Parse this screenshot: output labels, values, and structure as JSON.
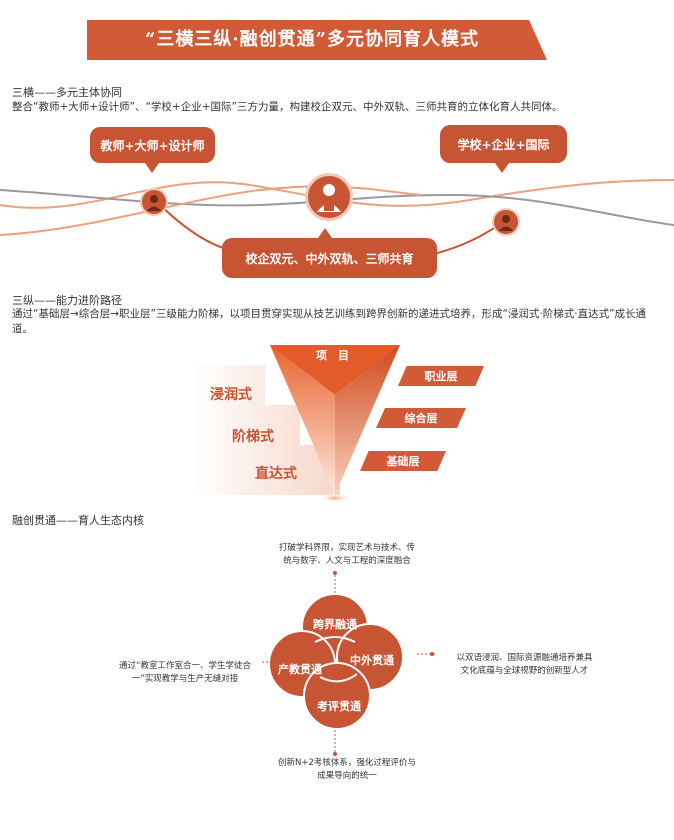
{
  "title": "“三横三纵·融创贯通”多元协同育人模式",
  "section1": {
    "heading": "三横——多元主体协同",
    "desc": "整合“教师+大师+设计师”、“学校+企业+国际”三方力量，构建校企双元、中外双轨、三师共育的立体化育人共同体。",
    "bubble_left": "教师+大师+设计师",
    "bubble_right": "学校+企业+国际",
    "bubble_bottom": "校企双元、中外双轨、三师共育",
    "colors": {
      "accent": "#c75433",
      "wave_orange": "#e9a27e",
      "wave_gray": "#9a9a9a"
    }
  },
  "section2": {
    "heading": "三纵——能力进阶路径",
    "desc": "通过“基础层→综合层→职业层”三级能力阶梯，以项目贯穿实现从技艺训练到跨界创新的递进式培养，形成“浸润式·阶梯式·直达式”成长通道。",
    "pyramid_top": "项　目",
    "levels": [
      "职业层",
      "综合层",
      "基础层"
    ],
    "stairs": [
      "浸润式",
      "阶梯式",
      "直达式"
    ]
  },
  "section3": {
    "heading": "融创贯通——育人生态内核",
    "circles": [
      "跨界融通",
      "产教贯通",
      "中外贯通",
      "考评贯通"
    ],
    "annot_top": [
      "打破学科界限，实现艺术与技术、传",
      "统与数字、人文与工程的深度融合"
    ],
    "annot_left": [
      "通过“教室工作室合一、学生学徒合",
      "一”实现教学与生产无缝对接"
    ],
    "annot_right": [
      "以双语浸润、国际资源融通培养兼具",
      "文化底蕴与全球视野的创新型人才"
    ],
    "annot_bottom": [
      "创新N+2考核体系，强化过程评价与",
      "成果导向的统一"
    ]
  }
}
